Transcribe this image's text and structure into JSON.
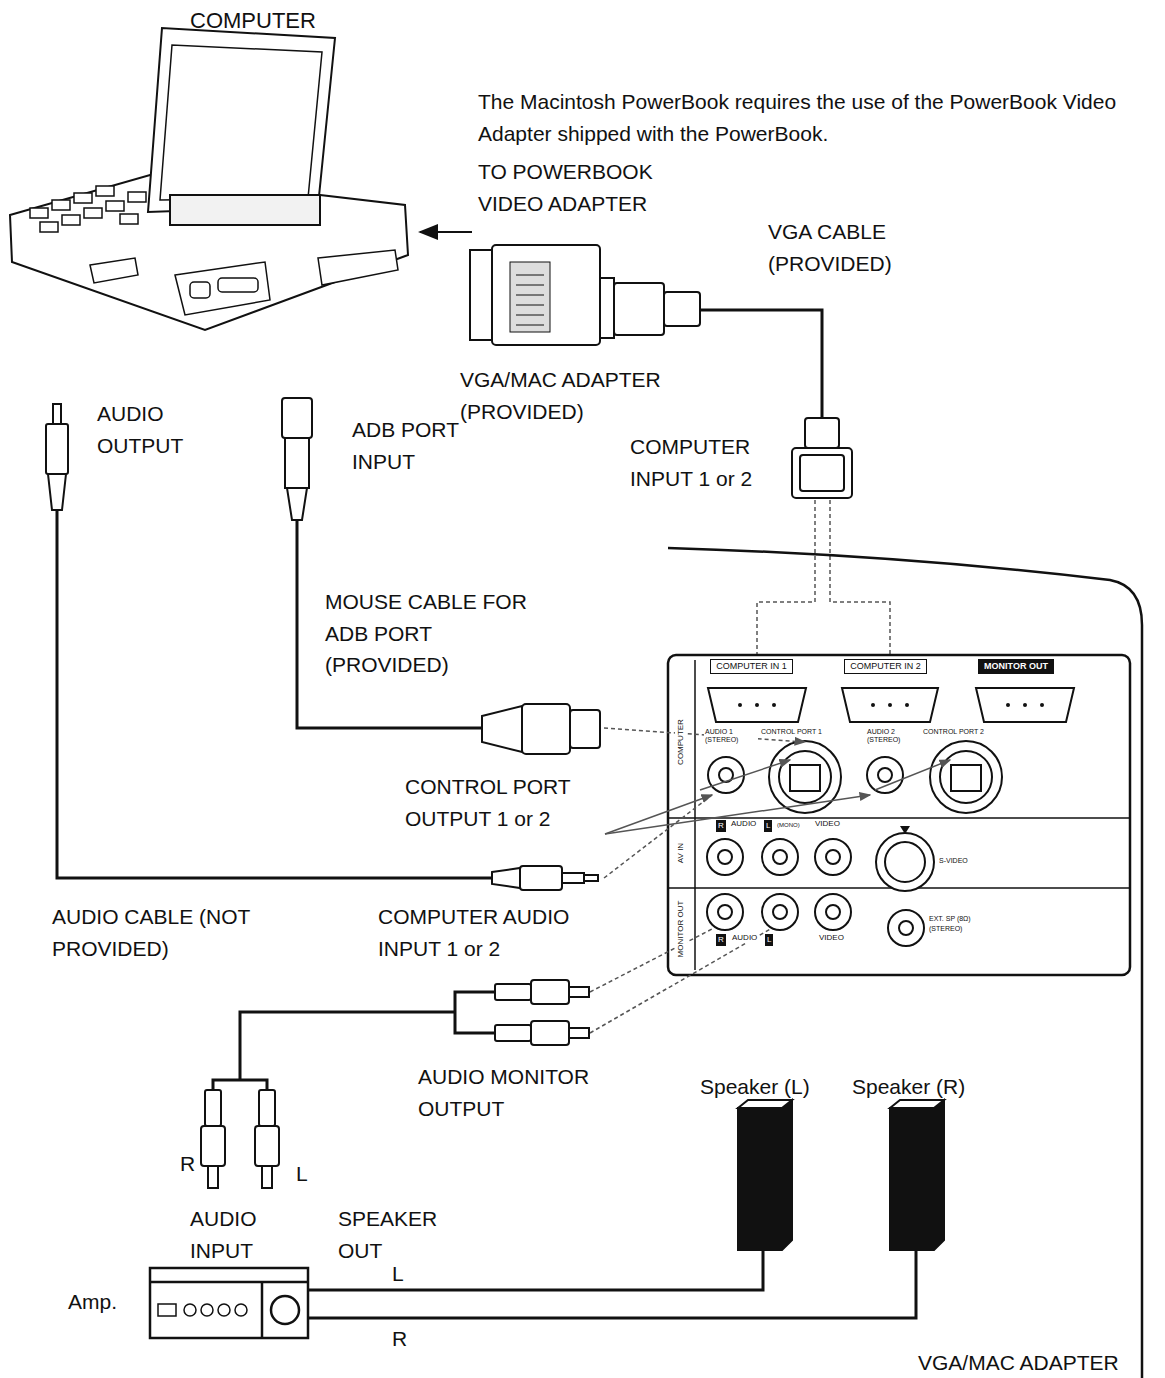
{
  "diagram": {
    "nodes": [
      {
        "text": [
          "COMPUTER IN 1"
        ]
      },
      {
        "text": [
          "COMPUTER IN 2"
        ]
      },
      {
        "text": [
          "MONITOR OUT"
        ]
      }
    ],
    "labels": [
      "COMPUTER",
      "The Macintosh PowerBook requires the use of the PowerBook Video Adapter shipped with the PowerBook.",
      "TO POWERBOOK VIDEO ADAPTER",
      "VGA CABLE (PROVIDED)",
      "VGA/MAC ADAPTER (PROVIDED)",
      "COMPUTER INPUT 1 or 2",
      "AUDIO OUTPUT",
      "ADB PORT INPUT",
      "MOUSE CABLE FOR ADB PORT (PROVIDED)",
      "CONTROL PORT OUTPUT 1 or 2",
      "AUDIO CABLE (NOT PROVIDED)",
      "COMPUTER AUDIO INPUT 1 or 2",
      "AUDIO MONITOR OUTPUT",
      "Speaker (L)",
      "Speaker (R)",
      "R",
      "L",
      "AUDIO INPUT",
      "SPEAKER OUT",
      "L",
      "R",
      "Amp.",
      "VGA/MAC ADAPTER",
      "COMPUTER",
      "AUDIO 1 (STEREO)",
      "CONTROL PORT 1",
      "AUDIO 2 (STEREO)",
      "CONTROL PORT 2",
      "AV IN",
      "R",
      "AUDIO",
      "L",
      "(MONO)",
      "VIDEO",
      "S-VIDEO",
      "MONITOR OUT",
      "R",
      "AUDIO",
      "L",
      "VIDEO",
      "EXT. SP (8Ω)",
      "(STEREO)"
    ]
  }
}
